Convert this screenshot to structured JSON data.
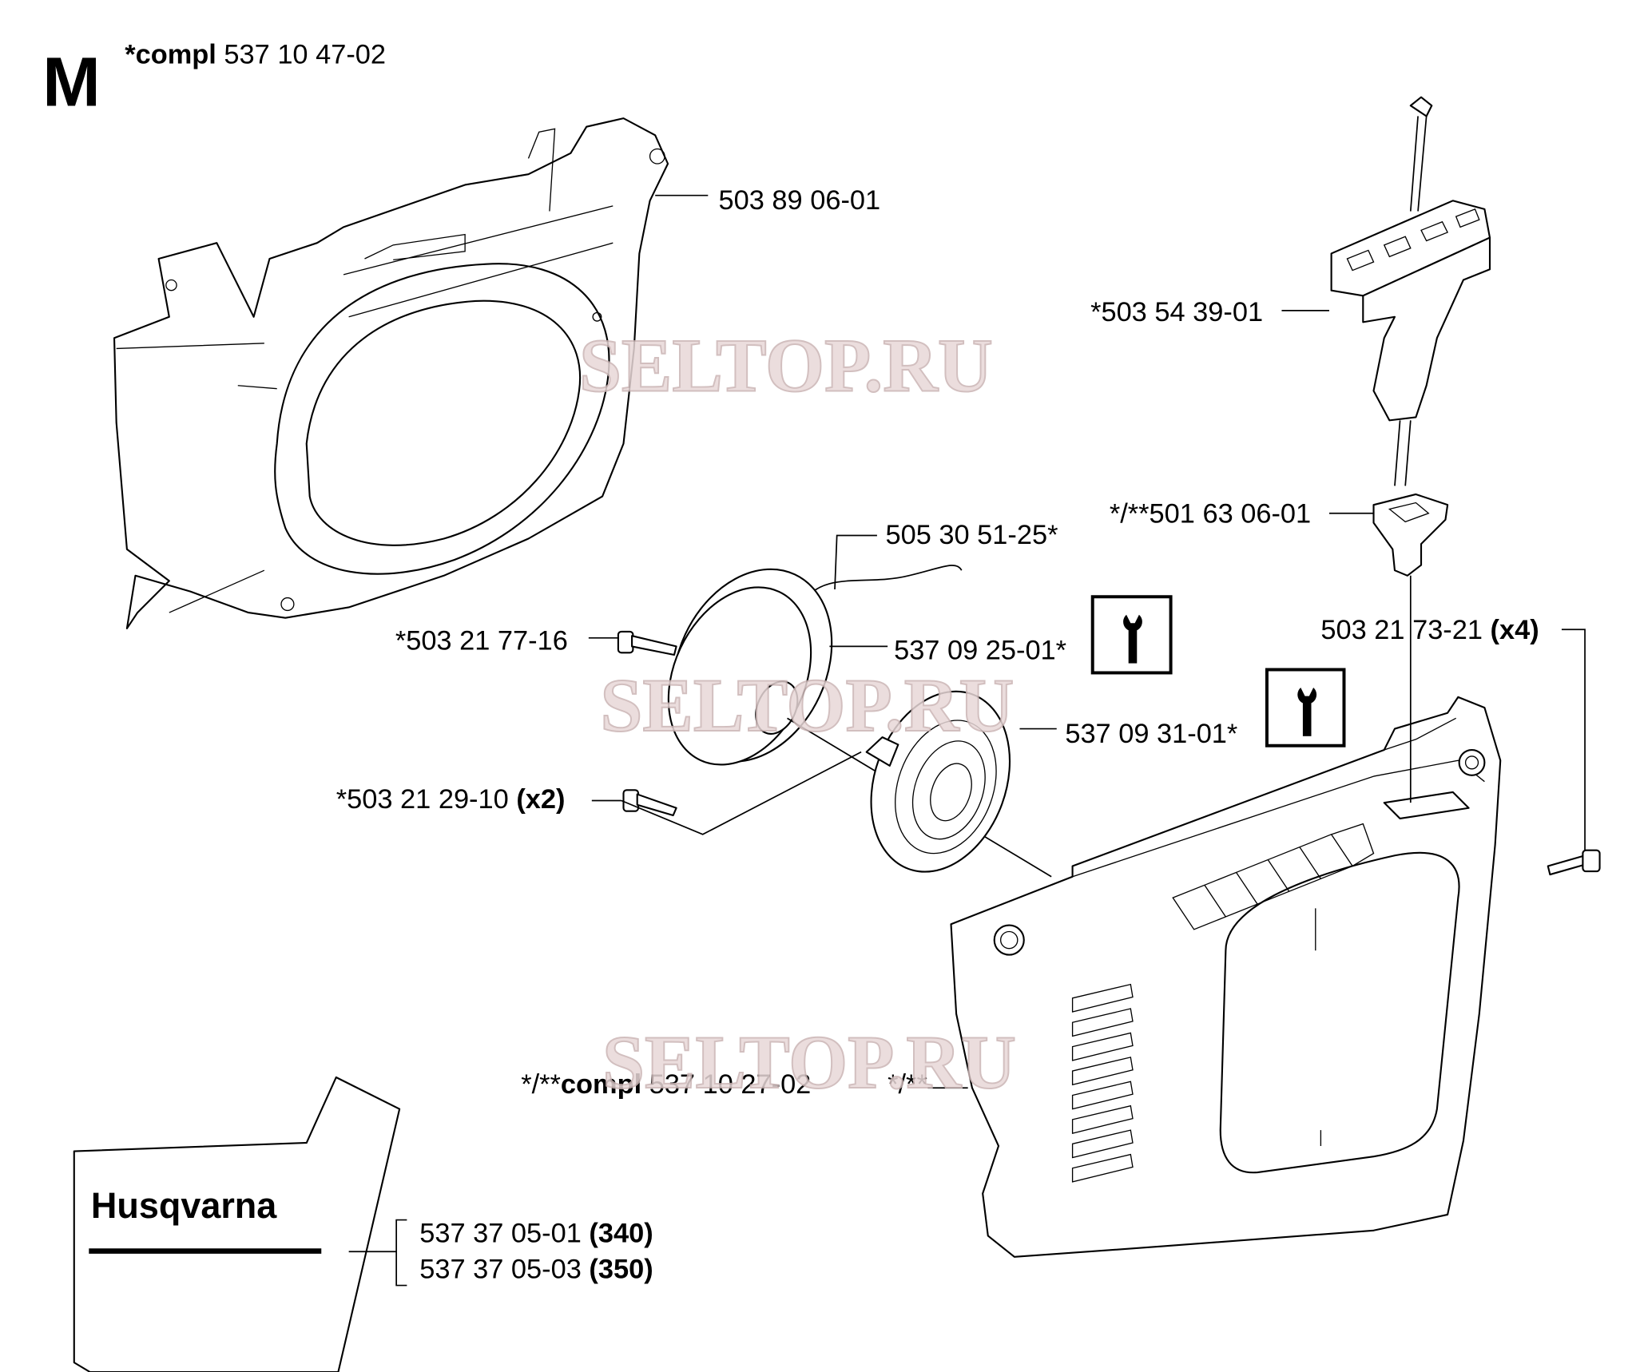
{
  "section_letter": "M",
  "assembly": {
    "prefix": "*compl",
    "number": "537 10 47-02"
  },
  "callouts": {
    "fan_housing": "503 89 06-01",
    "handle": "*503 54 39-01",
    "bushing": "*/**501 63 06-01",
    "cord": "505 30 51-25*",
    "screw_pulley": "*503 21 77-16",
    "pulley": "537 09 25-01*",
    "screw_cover": {
      "number": "503 21 73-21",
      "qty": "(x4)"
    },
    "spring": "537 09 31-01*",
    "screw_spring": {
      "number": "*503 21 29-10",
      "qty": "(x2)"
    },
    "starter_compl": {
      "prefix": "*/**",
      "bold": "compl",
      "number": "537 10 27-02"
    },
    "starter_mark": "*/**",
    "decal_1": {
      "number": "537 37 05-01",
      "model": "(340)"
    },
    "decal_2": {
      "number": "537 37 05-03",
      "model": "(350)"
    }
  },
  "tool_icon": "wrench-icon",
  "decal_logo": "Husqvarna",
  "watermark": "SELTOP.RU"
}
